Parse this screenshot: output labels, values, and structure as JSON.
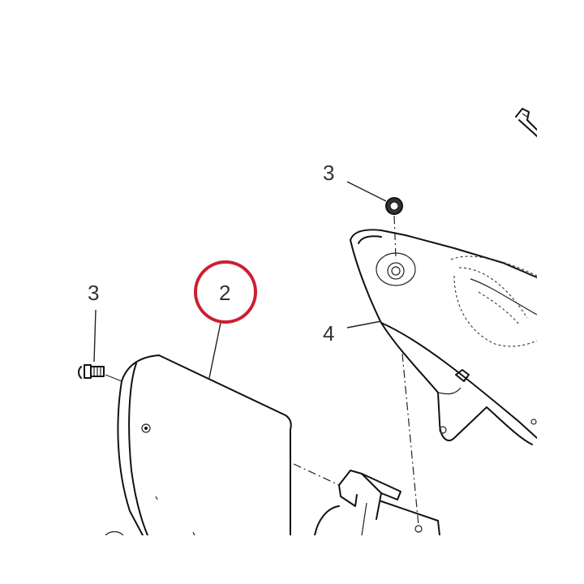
{
  "diagram": {
    "callouts": [
      {
        "id": "callout-3-top",
        "label": "3"
      },
      {
        "id": "callout-3-left",
        "label": "3"
      },
      {
        "id": "callout-2",
        "label": "2",
        "highlighted": true
      },
      {
        "id": "callout-4",
        "label": "4"
      }
    ],
    "highlight_color": "#cc1f2f",
    "line_color": "#111111"
  }
}
